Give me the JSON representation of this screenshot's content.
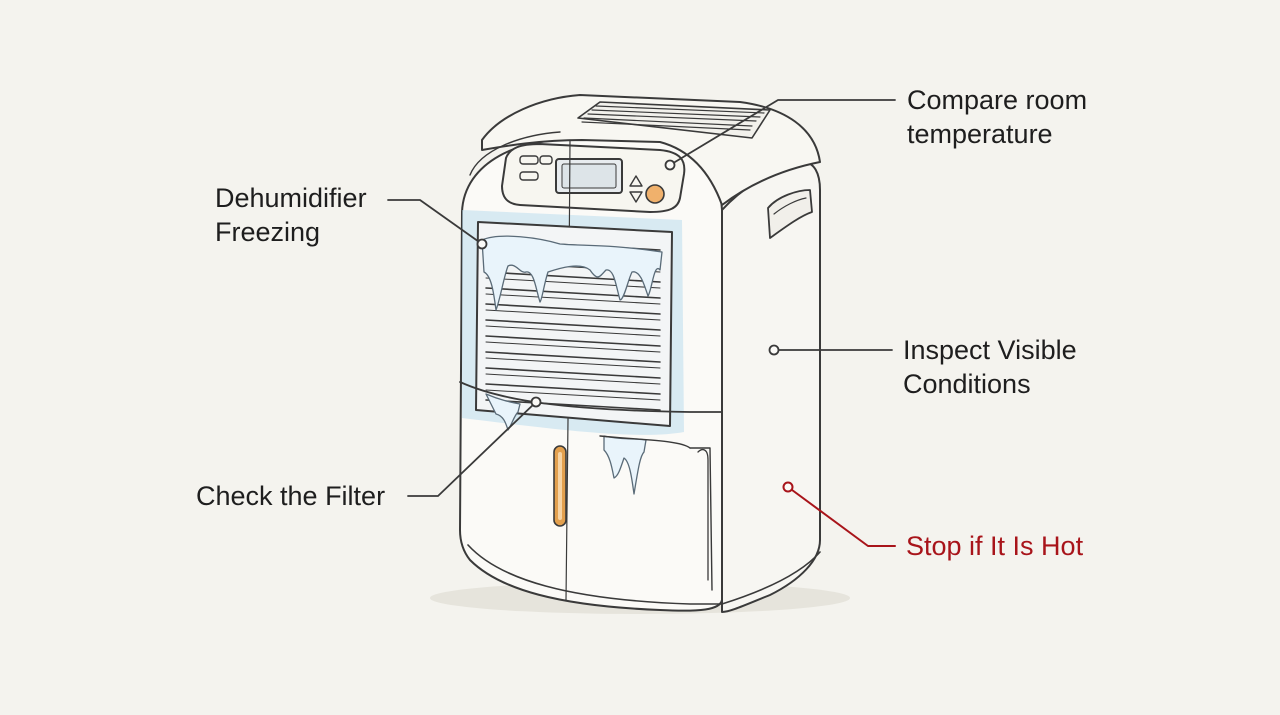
{
  "colors": {
    "background": "#f4f3ee",
    "ink": "#3a3a3a",
    "label": "#1e1e1e",
    "warning": "#a8141a",
    "frost": "#bcdcef",
    "knob": "#f0b16c",
    "water_gauge": "#e3a04e"
  },
  "labels": {
    "compare_room": {
      "line1": "Compare room",
      "line2": "temperature"
    },
    "freezing": {
      "line1": "Dehumidifier",
      "line2": "Freezing"
    },
    "inspect": {
      "line1": "Inspect Visible",
      "line2": "Conditions"
    },
    "filter": {
      "line1": "Check the Filter"
    },
    "stop_hot": {
      "line1": "Stop if It Is Hot"
    }
  },
  "icons": [
    "dehumidifier-illustration",
    "up-arrow-icon",
    "down-arrow-icon",
    "power-knob-icon",
    "callout-dot-icon"
  ]
}
